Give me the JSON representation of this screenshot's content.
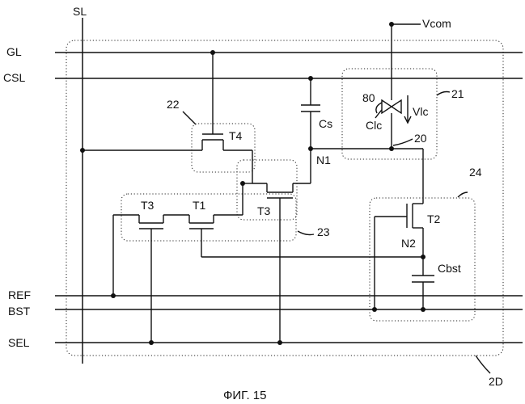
{
  "lines": {
    "sl": "SL",
    "gl": "GL",
    "csl": "CSL",
    "ref": "REF",
    "bst": "BST",
    "sel": "SEL",
    "vcom": "Vcom"
  },
  "components": {
    "t4": "T4",
    "t3_right": "T3",
    "t3_left": "T3",
    "t1": "T1",
    "t2": "T2",
    "cs": "Cs",
    "clc": "Clc",
    "vlc": "Vlc",
    "cbst": "Cbst"
  },
  "nodes": {
    "n1": "N1",
    "n2": "N2"
  },
  "refs": {
    "r22": "22",
    "r21": "21",
    "r80": "80",
    "r20": "20",
    "r24": "24",
    "r23": "23",
    "r2d": "2D"
  },
  "caption": "ФИГ. 15"
}
